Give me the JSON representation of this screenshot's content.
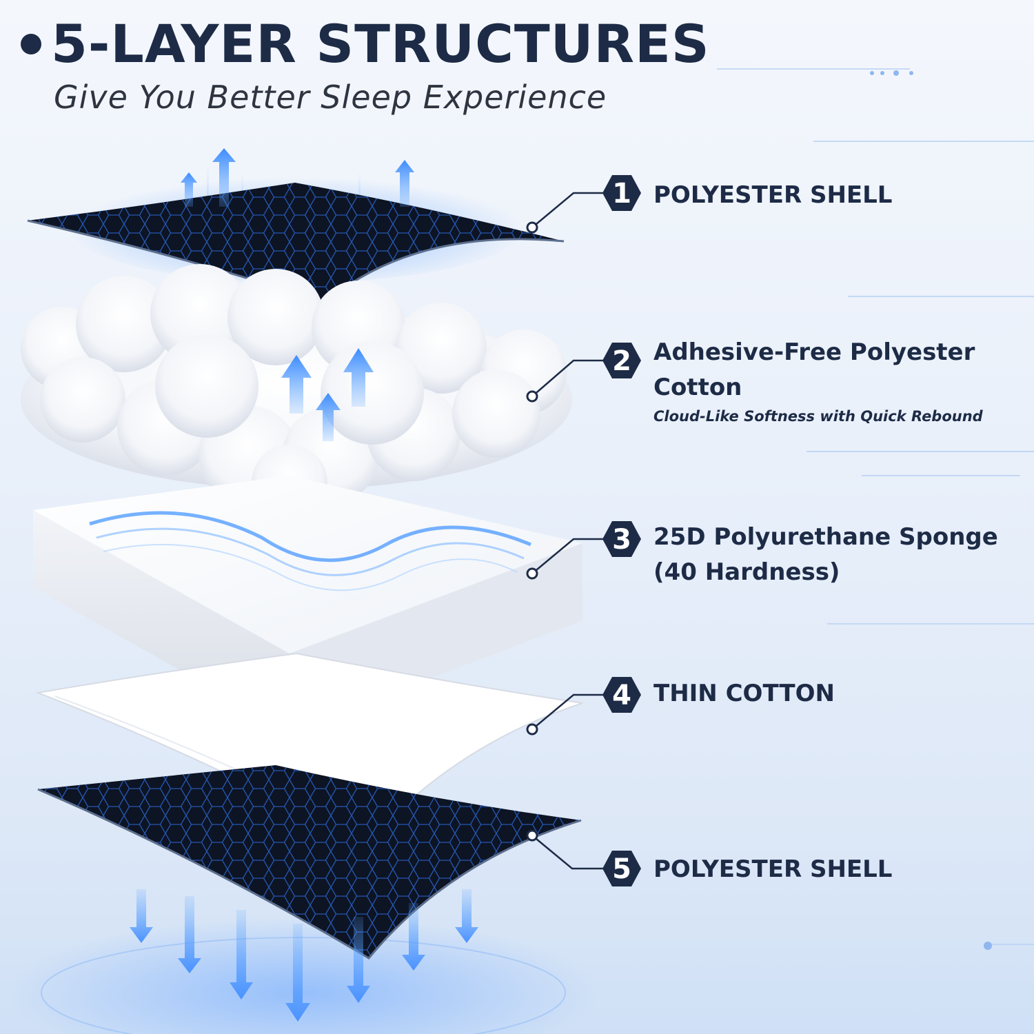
{
  "header": {
    "title": "5-LAYER STRUCTURES",
    "subtitle": "Give You Better Sleep Experience"
  },
  "layers": [
    {
      "number": "1",
      "title": "POLYESTER SHELL"
    },
    {
      "number": "2",
      "title": "Adhesive-Free Polyester Cotton",
      "title_line1": "Adhesive-Free Polyester",
      "title_line2": "Cotton",
      "subtitle": "Cloud-Like Softness with Quick Rebound"
    },
    {
      "number": "3",
      "title": "25D Polyurethane Sponge (40 Hardness)",
      "title_line1": "25D Polyurethane Sponge",
      "title_line2": "(40 Hardness)"
    },
    {
      "number": "4",
      "title": "THIN COTTON"
    },
    {
      "number": "5",
      "title": "POLYESTER SHELL"
    }
  ],
  "colors": {
    "navy": "#1d2b46",
    "accent_blue": "#2f8bff",
    "shell_black": "#0d1424",
    "background": "#e9f0fa"
  },
  "icons": [
    "up-arrow-icon",
    "down-arrow-icon",
    "hexagon-number-badge-icon",
    "connector-dot-icon"
  ]
}
